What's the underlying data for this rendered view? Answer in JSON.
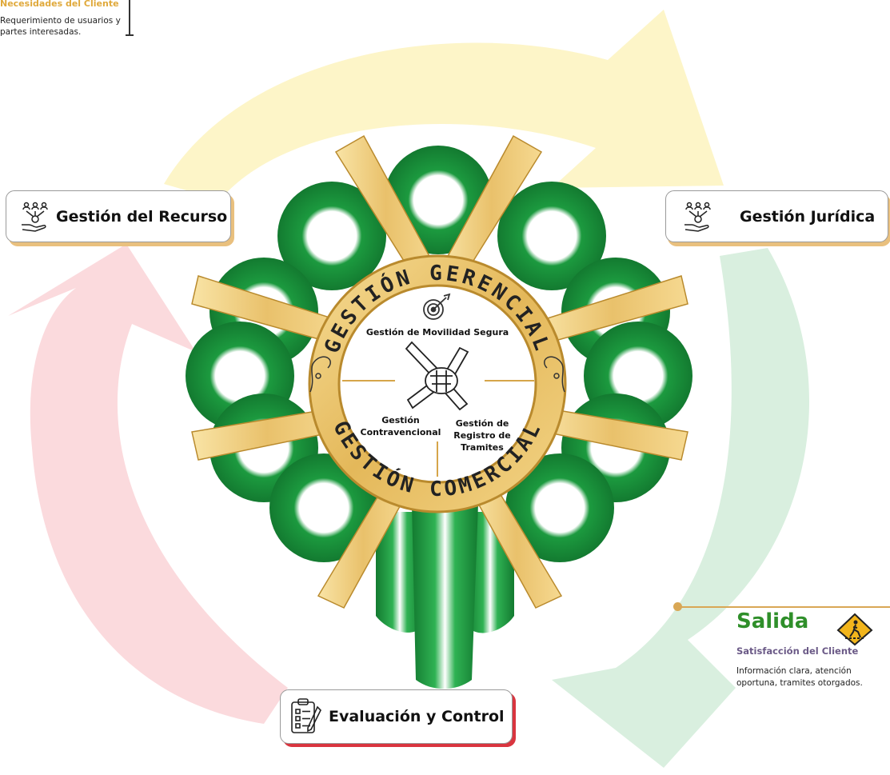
{
  "input": {
    "title": "Necesidades del Cliente",
    "description": "Requerimiento de usuarios y partes interesadas."
  },
  "cards": {
    "recurso": {
      "label": "Gestión del Recurso",
      "icon": "people-hand-icon"
    },
    "juridica": {
      "label": "Gestión Jurídica",
      "icon": "people-hand-icon"
    },
    "evaluacion": {
      "label": "Evaluación y Control",
      "icon": "clipboard-checklist-icon"
    }
  },
  "emblem": {
    "ring_top": "GESTIÓN GERENCIAL",
    "ring_bottom": "GESTIÓN COMERCIAL",
    "center_top": "Gestión de Movilidad Segura",
    "center_left": "Gestión Contravencional",
    "center_right": "Gestión de Registro de Tramites",
    "icons": [
      "target-icon",
      "hands-united-icon",
      "road-icon"
    ]
  },
  "output": {
    "title": "Salida",
    "subtitle": "Satisfacción del Cliente",
    "description": "Información clara, atención oportuna, tramites otorgados.",
    "icon": "pedestrian-crossing-sign-icon"
  },
  "colors": {
    "arrow_yellow": "#fdf5c8",
    "arrow_green": "#d9efdf",
    "arrow_red": "#fbdadd",
    "ribbon_green": "#1c9a3f",
    "ribbon_white": "#f2f2f2",
    "gold": "#e8c36a",
    "gold_dark": "#b98a2d",
    "input_title": "#e0a93b",
    "output_title": "#2f8f2a",
    "output_subtitle": "#6b5a87",
    "card_shadow_gold": "#e9c07e",
    "card_shadow_red": "#d9353f"
  }
}
